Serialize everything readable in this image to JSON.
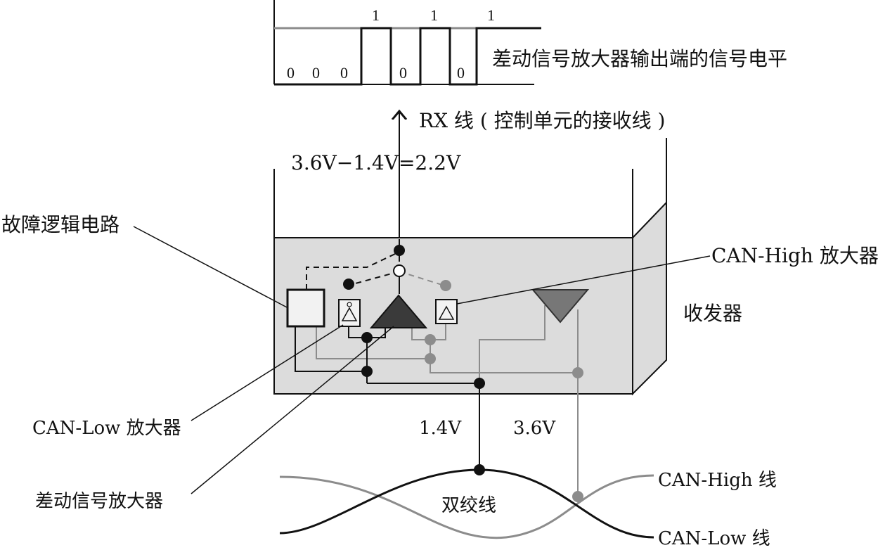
{
  "signal": {
    "caption": "差动信号放大器输出端的信号电平",
    "bits_top": [
      "1",
      "1",
      "1"
    ],
    "bits_bottom": [
      "0",
      "0",
      "0",
      "0",
      "0"
    ]
  },
  "rx_line_label": "RX 线 ( 控制单元的接收线 )",
  "rx_voltage": "3.6V−1.4V=2.2V",
  "fault_logic_label": "故障逻辑电路",
  "can_high_amp_label": "CAN-High 放大器",
  "transceiver_label": "收发器",
  "can_low_amp_label": "CAN-Low 放大器",
  "diff_amp_label": "差动信号放大器",
  "voltage_low": "1.4V",
  "voltage_high": "3.6V",
  "can_high_wire_label": "CAN-High 线",
  "can_low_wire_label": "CAN-Low 线",
  "twisted_pair_label": "双绞线",
  "colors": {
    "black": "#111111",
    "gray_wire": "#8c8c8c",
    "box_fill": "#dcdcdc",
    "amp_dark": "#3a3a3a",
    "amp_gray": "#777777"
  }
}
